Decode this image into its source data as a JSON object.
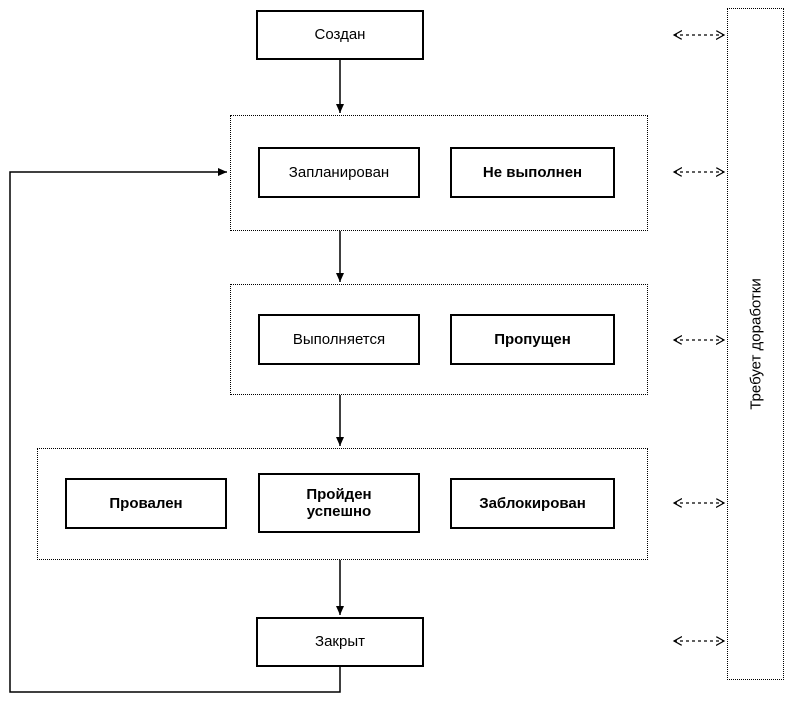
{
  "diagram": {
    "type": "state-flowchart",
    "colors": {
      "stroke": "#000000",
      "background": "#ffffff"
    },
    "nodes": {
      "created": "Создан",
      "planned": "Запланирован",
      "not_executed": "Не выполнен",
      "in_progress": "Выполняется",
      "skipped": "Пропущен",
      "failed": "Провален",
      "passed": "Пройден успешно",
      "blocked": "Заблокирован",
      "closed": "Закрыт",
      "rework": "Требует доработки"
    }
  }
}
